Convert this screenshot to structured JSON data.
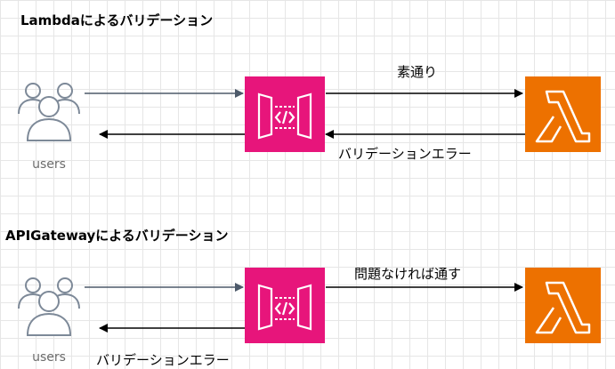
{
  "sections": [
    {
      "title": "Lambdaによるバリデーション",
      "users_label": "users",
      "forward_label": "素通り",
      "return_label": "バリデーションエラー"
    },
    {
      "title": "APIGatewayによるバリデーション",
      "users_label": "users",
      "forward_label": "問題なければ通す",
      "return_label": "バリデーションエラー"
    }
  ],
  "colors": {
    "api_gateway": "#e7157b",
    "lambda": "#ed7100",
    "users_icon": "#7d8998",
    "arrow_forward": "#4d5a6a",
    "arrow_return": "#000000"
  },
  "icons": {
    "users": "users-icon",
    "api_gateway": "api-gateway-icon",
    "lambda": "lambda-icon"
  }
}
